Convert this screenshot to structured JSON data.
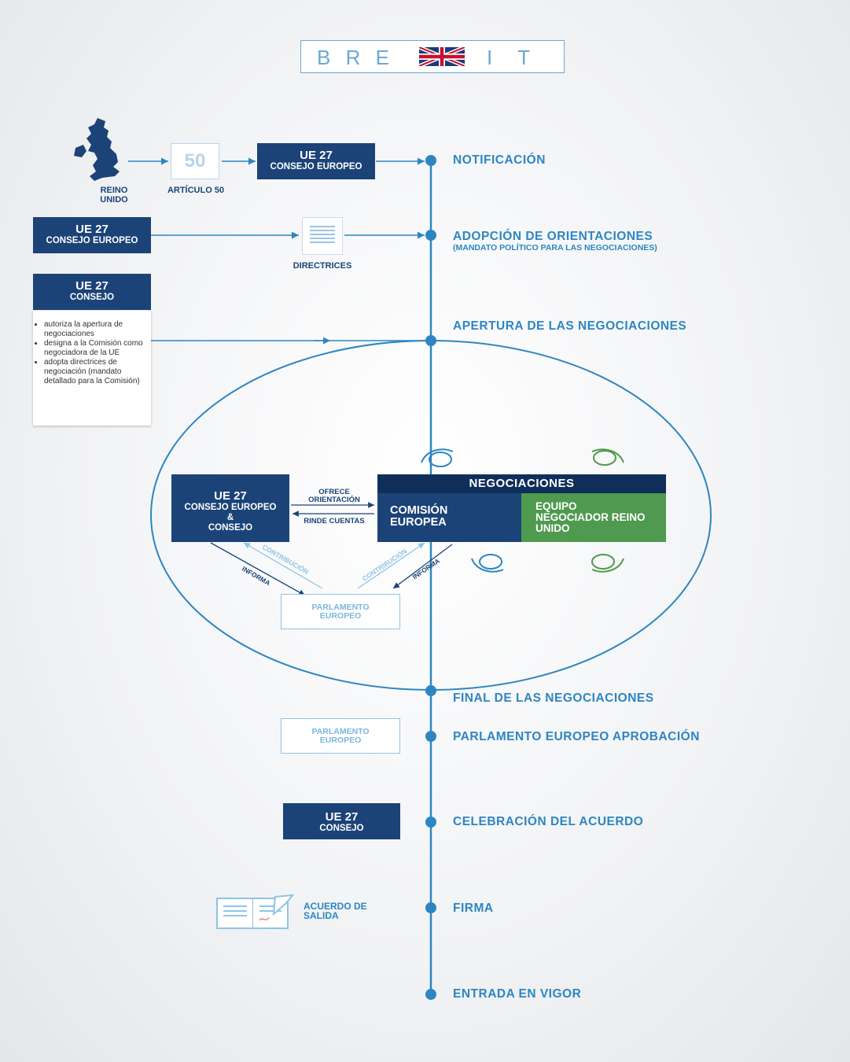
{
  "title": {
    "left": "B R E",
    "right": "I  T"
  },
  "top_flow": {
    "uk_label": "REINO UNIDO",
    "article_number": "50",
    "article_label": "ARTÍCULO 50",
    "box": {
      "line1": "UE 27",
      "line2": "CONSEJO EUROPEO"
    }
  },
  "steps": [
    {
      "label": "NOTIFICACIÓN"
    },
    {
      "label": "ADOPCIÓN DE ORIENTACIONES",
      "sub": "(MANDATO POLÍTICO PARA LAS NEGOCIACIONES)"
    },
    {
      "label": "APERTURA DE LAS NEGOCIACIONES"
    },
    {
      "label": "FINAL DE LAS NEGOCIACIONES"
    },
    {
      "label": "PARLAMENTO EUROPEO APROBACIÓN"
    },
    {
      "label": "CELEBRACIÓN DEL ACUERDO"
    },
    {
      "label": "FIRMA"
    },
    {
      "label": "ENTRADA EN VIGOR"
    }
  ],
  "guidelines": {
    "box": {
      "line1": "UE 27",
      "line2": "CONSEJO EUROPEO"
    },
    "doc_label": "DIRECTRICES"
  },
  "council": {
    "box": {
      "line1": "UE 27",
      "line2": "CONSEJO"
    },
    "bullets": [
      "autoriza la apertura de negociaciones",
      "designa a la Comisión como negociadora de la UE",
      "adopta directrices de negociación (mandato detallado para la Comisión)"
    ]
  },
  "negotiation": {
    "eu_box": {
      "line1": "UE 27",
      "line2": "CONSEJO EUROPEO",
      "line3": "&",
      "line4": "CONSEJO"
    },
    "ofrece": "OFRECE ORIENTACIÓN",
    "rinde": "RINDE CUENTAS",
    "header": "NEGOCIACIONES",
    "commission": "COMISIÓN EUROPEA",
    "uk_team": "EQUIPO NEGOCIADOR REINO UNIDO",
    "parliament": "PARLAMENTO EUROPEO",
    "contribucion": "CONTRIBUCIÓN",
    "informa": "INFORMA"
  },
  "approval": {
    "parliament": "PARLAMENTO EUROPEO"
  },
  "conclusion": {
    "line1": "UE 27",
    "line2": "CONSEJO"
  },
  "signing": {
    "label": "ACUERDO DE SALIDA"
  },
  "colors": {
    "navy": "#1b4378",
    "blue": "#2d86c2",
    "green": "#4f9a4e",
    "light_blue": "#8fc4e6"
  }
}
